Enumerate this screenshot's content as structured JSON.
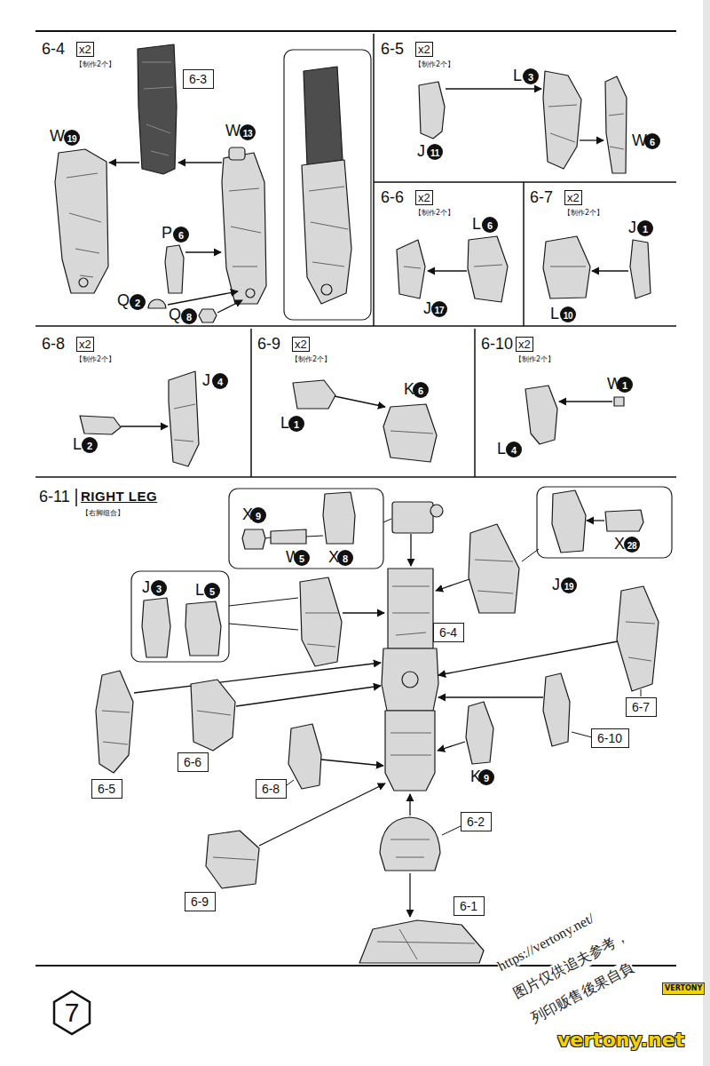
{
  "diagram": {
    "nodes": [
      {
        "text": [
          "6-4",
          "x2",
          "【制作2个】"
        ]
      },
      {
        "text": [
          "6-3"
        ],
        "in": 0
      },
      {
        "text": [
          "6-5",
          "x2",
          "【制作2个】"
        ]
      },
      {
        "text": [
          "6-6",
          "x2",
          "【制作2个】"
        ]
      },
      {
        "text": [
          "6-7",
          "x2",
          "【制作2个】"
        ]
      },
      {
        "text": [
          "6-8",
          "x2",
          "【制作2个】"
        ]
      },
      {
        "text": [
          "6-9",
          "x2",
          "【制作2个】"
        ]
      },
      {
        "text": [
          "6-10",
          "x2",
          "【制作2个】"
        ]
      },
      {
        "text": [
          "6-11",
          "RIGHT LEG",
          "【右脚组合】"
        ]
      },
      {
        "text": [
          "6-4"
        ],
        "in": 8
      },
      {
        "text": [
          "6-7"
        ],
        "in": 8
      },
      {
        "text": [
          "6-10"
        ],
        "in": 8
      },
      {
        "text": [
          "6-5"
        ],
        "in": 8
      },
      {
        "text": [
          "6-6"
        ],
        "in": 8
      },
      {
        "text": [
          "6-8"
        ],
        "in": 8
      },
      {
        "text": [
          "6-2"
        ],
        "in": 8
      },
      {
        "text": [
          "6-9"
        ],
        "in": 8
      },
      {
        "text": [
          "6-1"
        ],
        "in": 8
      }
    ],
    "labels": [
      "W",
      "19",
      "W",
      "13",
      "P",
      "6",
      "Q",
      "2",
      "Q",
      "8",
      "L",
      "3",
      "J",
      "11",
      "W",
      "6",
      "L",
      "6",
      "J",
      "17",
      "J",
      "1",
      "L",
      "10",
      "J",
      "4",
      "L",
      "2",
      "L",
      "1",
      "K",
      "6",
      "W",
      "1",
      "L",
      "4",
      "X",
      "9",
      "W",
      "5",
      "X",
      "8",
      "J",
      "19",
      "X",
      "28",
      "J",
      "3",
      "L",
      "5",
      "K",
      "9",
      "7",
      "https://vertony.net/",
      "图片仅供追夫参考，",
      "列印贩售後果自負",
      "VERTONY",
      "vertony.net"
    ]
  }
}
